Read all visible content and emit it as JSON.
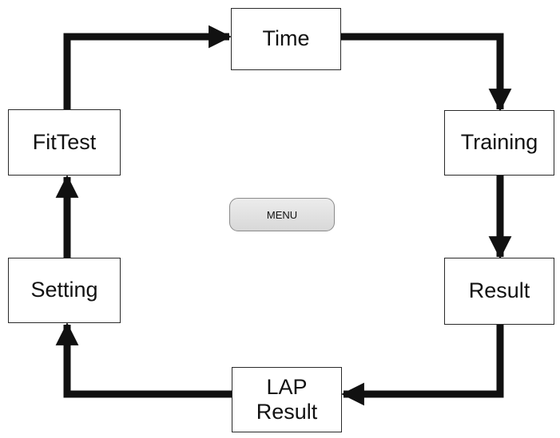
{
  "nodes": {
    "time": "Time",
    "training": "Training",
    "result": "Result",
    "lap_result": "LAP\nResult",
    "setting": "Setting",
    "fittest": "FitTest"
  },
  "menu_label": "MENU",
  "colors": {
    "arrow": "#111111",
    "box_border": "#2a2a2a",
    "menu_fill": "#e2e2e2"
  }
}
